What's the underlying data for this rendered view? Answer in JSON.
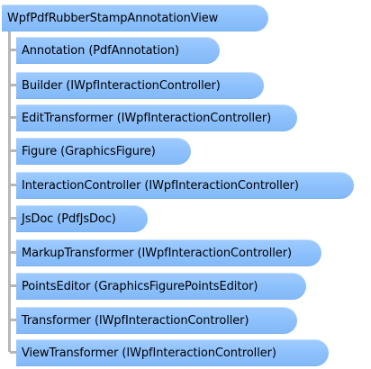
{
  "root": {
    "label": "WpfPdfRubberStampAnnotationView"
  },
  "members": [
    {
      "label": "Annotation (PdfAnnotation)"
    },
    {
      "label": "Builder (IWpfInteractionController)"
    },
    {
      "label": "EditTransformer (IWpfInteractionController)"
    },
    {
      "label": "Figure (GraphicsFigure)"
    },
    {
      "label": "InteractionController (IWpfInteractionController)"
    },
    {
      "label": "JsDoc (PdfJsDoc)"
    },
    {
      "label": "MarkupTransformer (IWpfInteractionController)"
    },
    {
      "label": "PointsEditor (GraphicsFigurePointsEditor)"
    },
    {
      "label": "Transformer (IWpfInteractionController)"
    },
    {
      "label": "ViewTransformer (IWpfInteractionController)"
    }
  ],
  "colors": {
    "node_fill": "#8cc0fc",
    "connector": "#b7b7b7",
    "text": "#000000"
  }
}
